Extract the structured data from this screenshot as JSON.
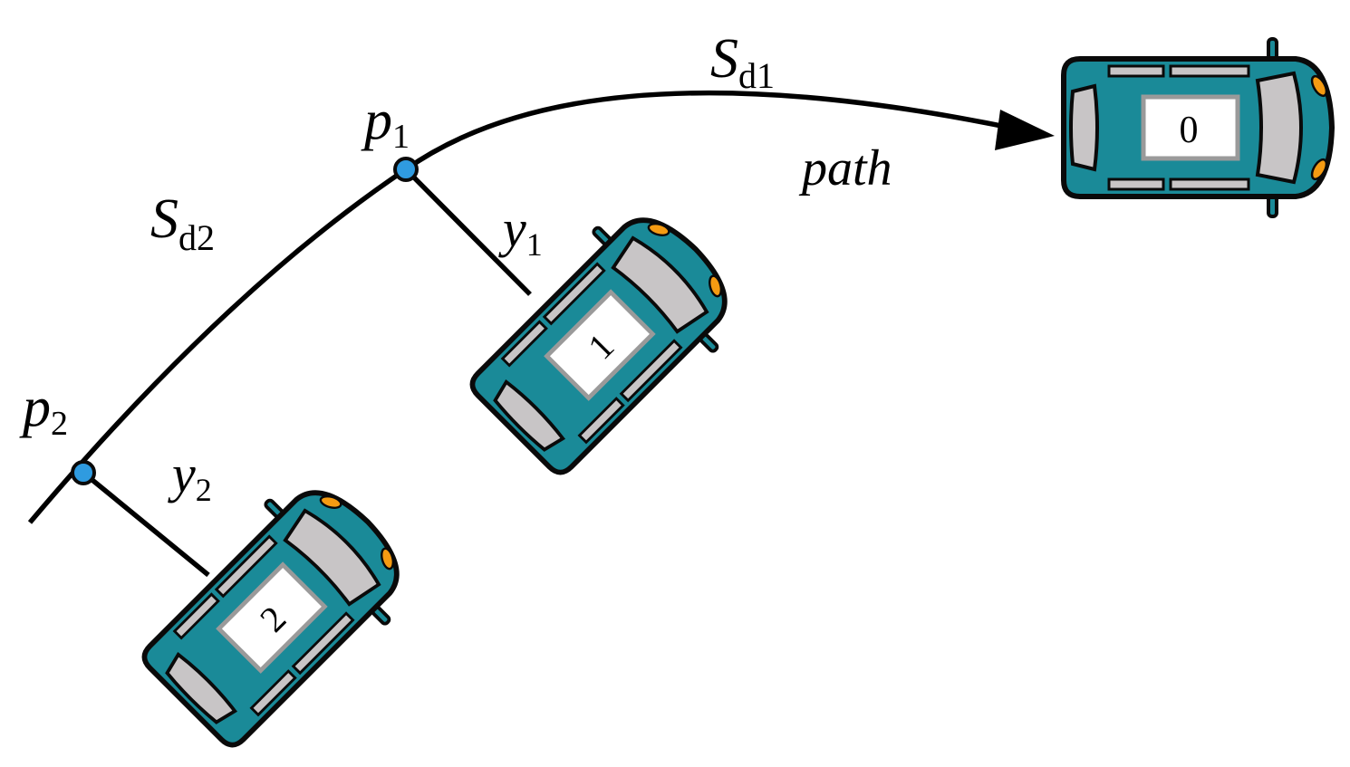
{
  "labels": {
    "path": "path",
    "s_d1": {
      "main": "S",
      "sub": "d1"
    },
    "s_d2": {
      "main": "S",
      "sub": "d2"
    },
    "p1": {
      "main": "p",
      "sub": "1"
    },
    "p2": {
      "main": "p",
      "sub": "2"
    },
    "y1": {
      "main": "y",
      "sub": "1"
    },
    "y2": {
      "main": "y",
      "sub": "2"
    }
  },
  "vehicles": [
    {
      "id": "0",
      "label": "0"
    },
    {
      "id": "1",
      "label": "1"
    },
    {
      "id": "2",
      "label": "2"
    }
  ],
  "colors": {
    "car_body": "#1a8a98",
    "car_outline": "#0a0a0a",
    "car_glass": "#c8c5c6",
    "car_light": "#f59b12",
    "plate": "#ffffff",
    "plate_border": "#9a9a9a",
    "point": "#2f9be0",
    "path": "#000000"
  },
  "icons": {
    "car": "car-top-view-icon",
    "arrow": "arrowhead-icon",
    "point": "path-point-icon"
  }
}
